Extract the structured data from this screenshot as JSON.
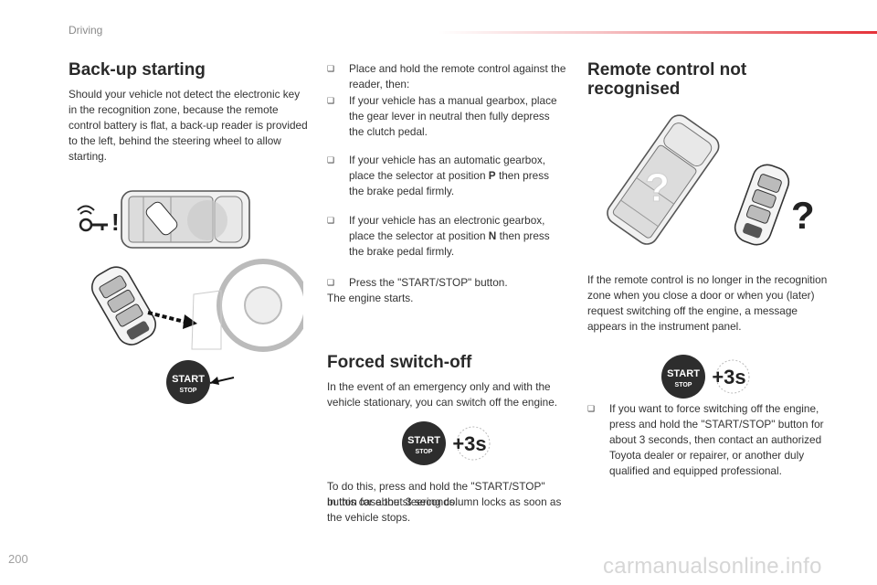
{
  "header": {
    "section": "Driving"
  },
  "footer": {
    "page_number": "200",
    "url": "carmanualsonline.info"
  },
  "col1": {
    "title": "Back-up starting",
    "intro": "Should your vehicle not detect the electronic key in the recognition zone, because the remote control battery is flat, a back-up reader is provided to the left, behind the steering wheel to allow starting."
  },
  "col2": {
    "step1": "Place and hold the remote control against the reader, then:",
    "step2": "If your vehicle has a manual gearbox, place the gear lever in neutral then fully depress the clutch pedal.",
    "step3_pre": "If your vehicle has an automatic gearbox, place the selector at position ",
    "step3_key": "P",
    "step3_post": " then press the brake pedal firmly.",
    "step4_pre": "If your vehicle has an electronic gearbox, place the selector at position ",
    "step4_key": "N",
    "step4_post": " then press the brake pedal firmly.",
    "step5": "Press the \"START/STOP\" button.",
    "step5_result": "The engine starts.",
    "forced_title": "Forced switch-off",
    "forced_intro": "In the event of an emergency only and with the vehicle stationary, you can switch off the engine.",
    "forced_how": "To do this, press and hold the \"START/STOP\" button for about 3 seconds.",
    "forced_result": "In this case the steering column locks as soon as the vehicle stops."
  },
  "col3": {
    "title_line1": "Remote control not",
    "title_line2": "recognised",
    "intro": "If the remote control is no longer in the recognition zone when you close a door or when you (later) request switching off the engine, a message appears in the instrument panel.",
    "bullet": "If you want to force switching off the engine, press and hold the \"START/STOP\" button for about 3 seconds, then contact an authorized Toyota dealer or repairer, or another duly qualified and equipped professional."
  },
  "graphics": {
    "bullet_glyph": "❑",
    "start_label": "START",
    "stop_label": "STOP",
    "hold_label": "+3s",
    "warn_mark": "!",
    "question_mark": "?"
  }
}
